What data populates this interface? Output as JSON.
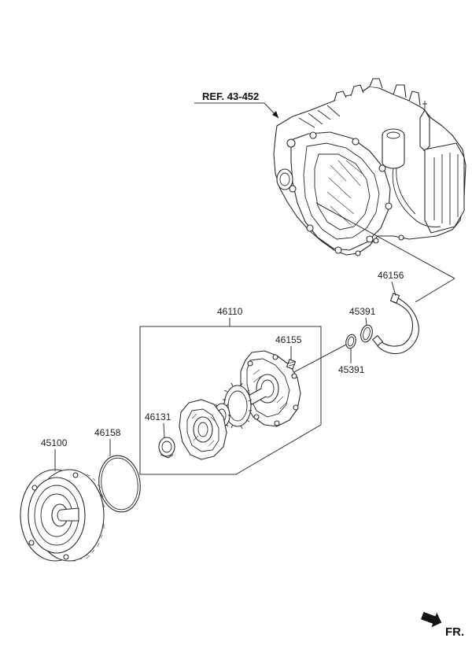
{
  "diagram": {
    "reference": "REF. 43-452",
    "direction_label": "FR.",
    "parts": {
      "transaxle": "REF. 43-452",
      "torque_converter": "45100",
      "o_ring": "46158",
      "pump_assembly": "46110",
      "pump_seal": "46131",
      "pump_bolt": "46155",
      "snap_ring": "46156",
      "seal_ring_upper": "45391",
      "seal_ring_lower": "45391"
    }
  }
}
